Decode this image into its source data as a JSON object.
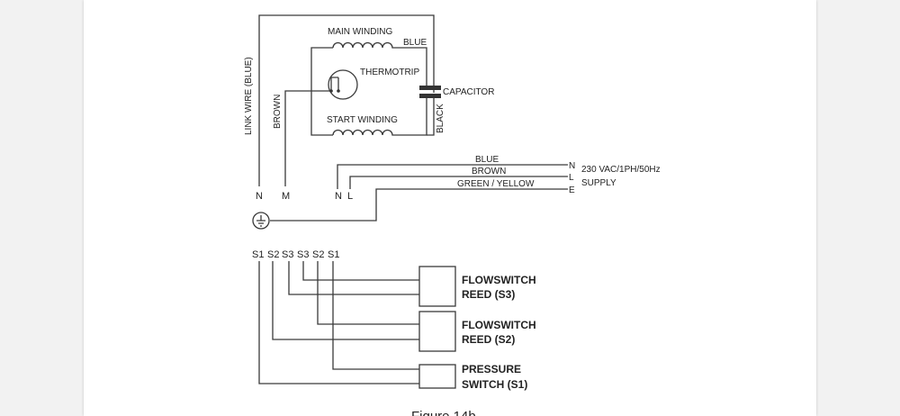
{
  "motor": {
    "main_winding": "MAIN WINDING",
    "main_winding_wire": "BLUE",
    "thermotrip": "THERMOTRIP",
    "capacitor": "CAPACITOR",
    "start_winding": "START WINDING",
    "start_winding_wire": "BLACK",
    "link_wire": "LINK WIRE (BLUE)",
    "brown_wire": "BROWN"
  },
  "terminals_left": [
    "N",
    "M"
  ],
  "terminals_right": [
    "N",
    "L"
  ],
  "supply": {
    "wires": [
      "BLUE",
      "BROWN",
      "GREEN / YELLOW"
    ],
    "letters": [
      "N",
      "L",
      "E"
    ],
    "line1": "230 VAC/1PH/50Hz",
    "line2": "SUPPLY"
  },
  "switch_terminals": [
    "S1",
    "S2",
    "S3",
    "S3",
    "S2",
    "S1"
  ],
  "switches": [
    {
      "line1": "FLOWSWITCH",
      "line2": "REED (S3)"
    },
    {
      "line1": "FLOWSWITCH",
      "line2": "REED (S2)"
    },
    {
      "line1": "PRESSURE",
      "line2": "SWITCH (S1)"
    }
  ],
  "caption": "Figure 14b",
  "colors": {
    "page": "#ffffff",
    "background": "#f2f2f2",
    "line": "#3a3a3a",
    "capacitor": "#333333"
  }
}
